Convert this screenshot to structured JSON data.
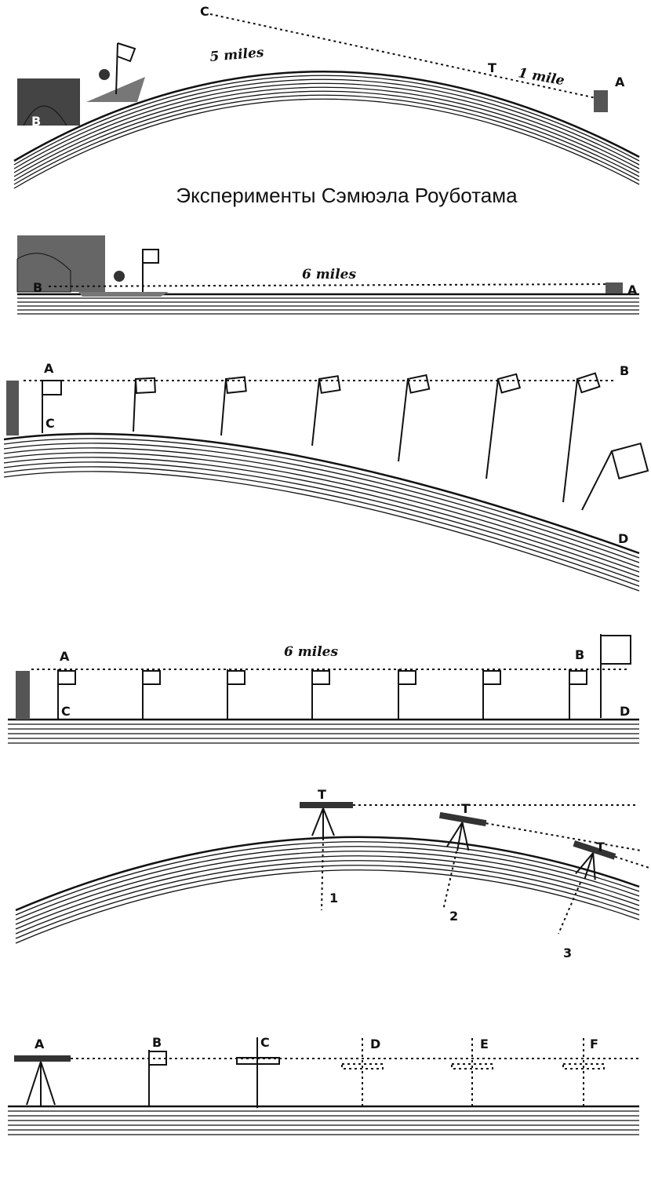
{
  "title": "Эксперименты Сэмюэла Роуботама",
  "panel1": {
    "c": "C",
    "distance_left": "5 miles",
    "t": "T",
    "distance_right": "1 mile",
    "a": "A",
    "b": "B"
  },
  "panel2": {
    "b": "B",
    "distance": "6 miles",
    "a": "A"
  },
  "panel3": {
    "a": "A",
    "b": "B",
    "c": "C",
    "d": "D"
  },
  "panel4": {
    "a": "A",
    "distance": "6 miles",
    "b": "B",
    "c": "C",
    "d": "D"
  },
  "panel5": {
    "t1": "T",
    "t2": "T",
    "t3": "T",
    "n1": "1",
    "n2": "2",
    "n3": "3"
  },
  "panel6": {
    "labels": [
      "A",
      "B",
      "C",
      "D",
      "E",
      "F"
    ]
  }
}
